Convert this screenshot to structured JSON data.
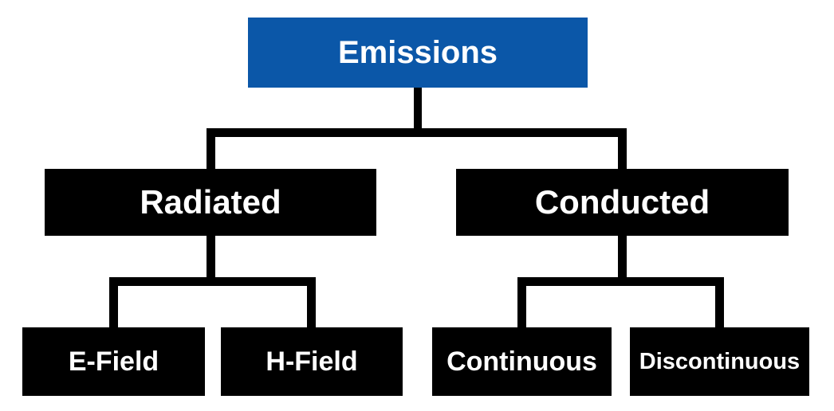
{
  "colors": {
    "root_box_bg": "#0B57A8",
    "child_box_bg": "#000000",
    "box_text": "#FFFFFF",
    "connector": "#000000",
    "background": "#FFFFFF"
  },
  "tree": {
    "root": {
      "label": "Emissions"
    },
    "children": [
      {
        "label": "Radiated",
        "children": [
          {
            "label": "E-Field"
          },
          {
            "label": "H-Field"
          }
        ]
      },
      {
        "label": "Conducted",
        "children": [
          {
            "label": "Continuous"
          },
          {
            "label": "Discontinuous"
          }
        ]
      }
    ]
  }
}
